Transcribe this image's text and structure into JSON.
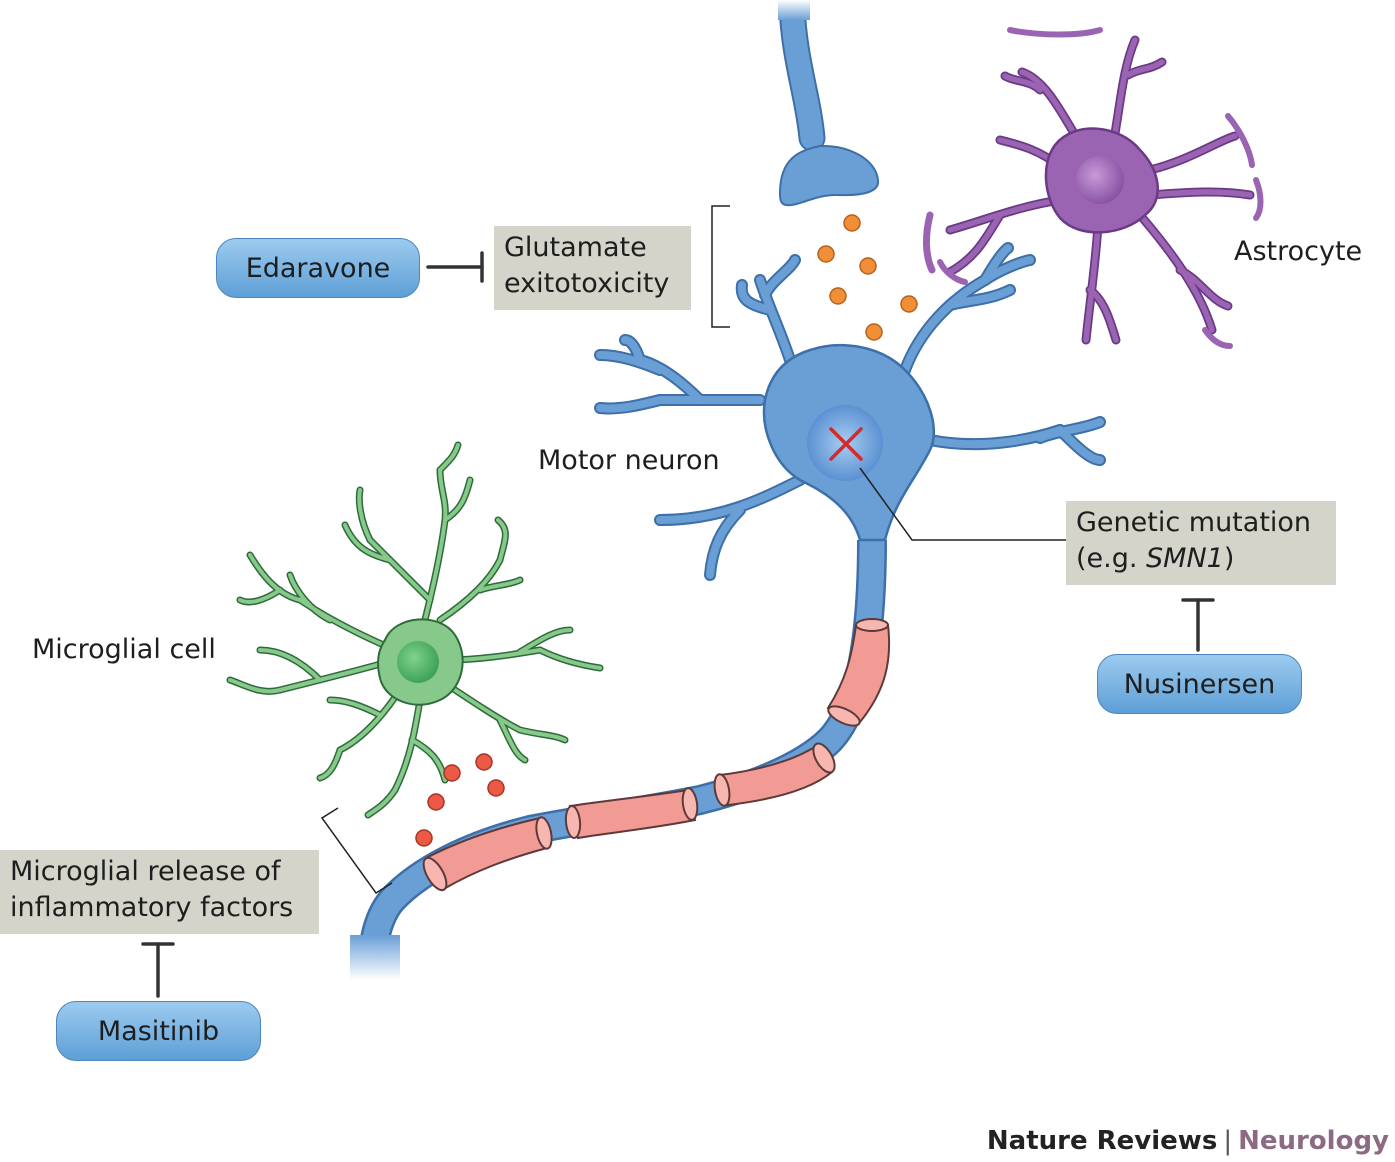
{
  "labels": {
    "astrocyte": "Astrocyte",
    "motor_neuron": "Motor neuron",
    "microglial_cell": "Microglial cell"
  },
  "mechanisms": {
    "glutamate": [
      "Glutamate",
      "exitotoxicity"
    ],
    "genetic": {
      "line1": "Genetic mutation",
      "line2_prefix": "(e.g. ",
      "gene": "SMN1",
      "line2_suffix": ")"
    },
    "microglial": [
      "Microglial release of",
      "inflammatory factors"
    ]
  },
  "drugs": {
    "edaravone": "Edaravone",
    "nusinersen": "Nusinersen",
    "masitinib": "Masitinib"
  },
  "footer": {
    "journal": "Nature Reviews",
    "separator": "|",
    "topic": "Neurology"
  },
  "colors": {
    "neuron_blue": "#6a9fd6",
    "myelin_pink": "#f29b95",
    "astrocyte_purple": "#9b64b3",
    "microglia_green": "#86c98a",
    "particle_orange": "#f08f38",
    "particle_red": "#ea5a45",
    "mutation_red": "#d22b2b",
    "label_box_gray": "#d4d4ca"
  }
}
